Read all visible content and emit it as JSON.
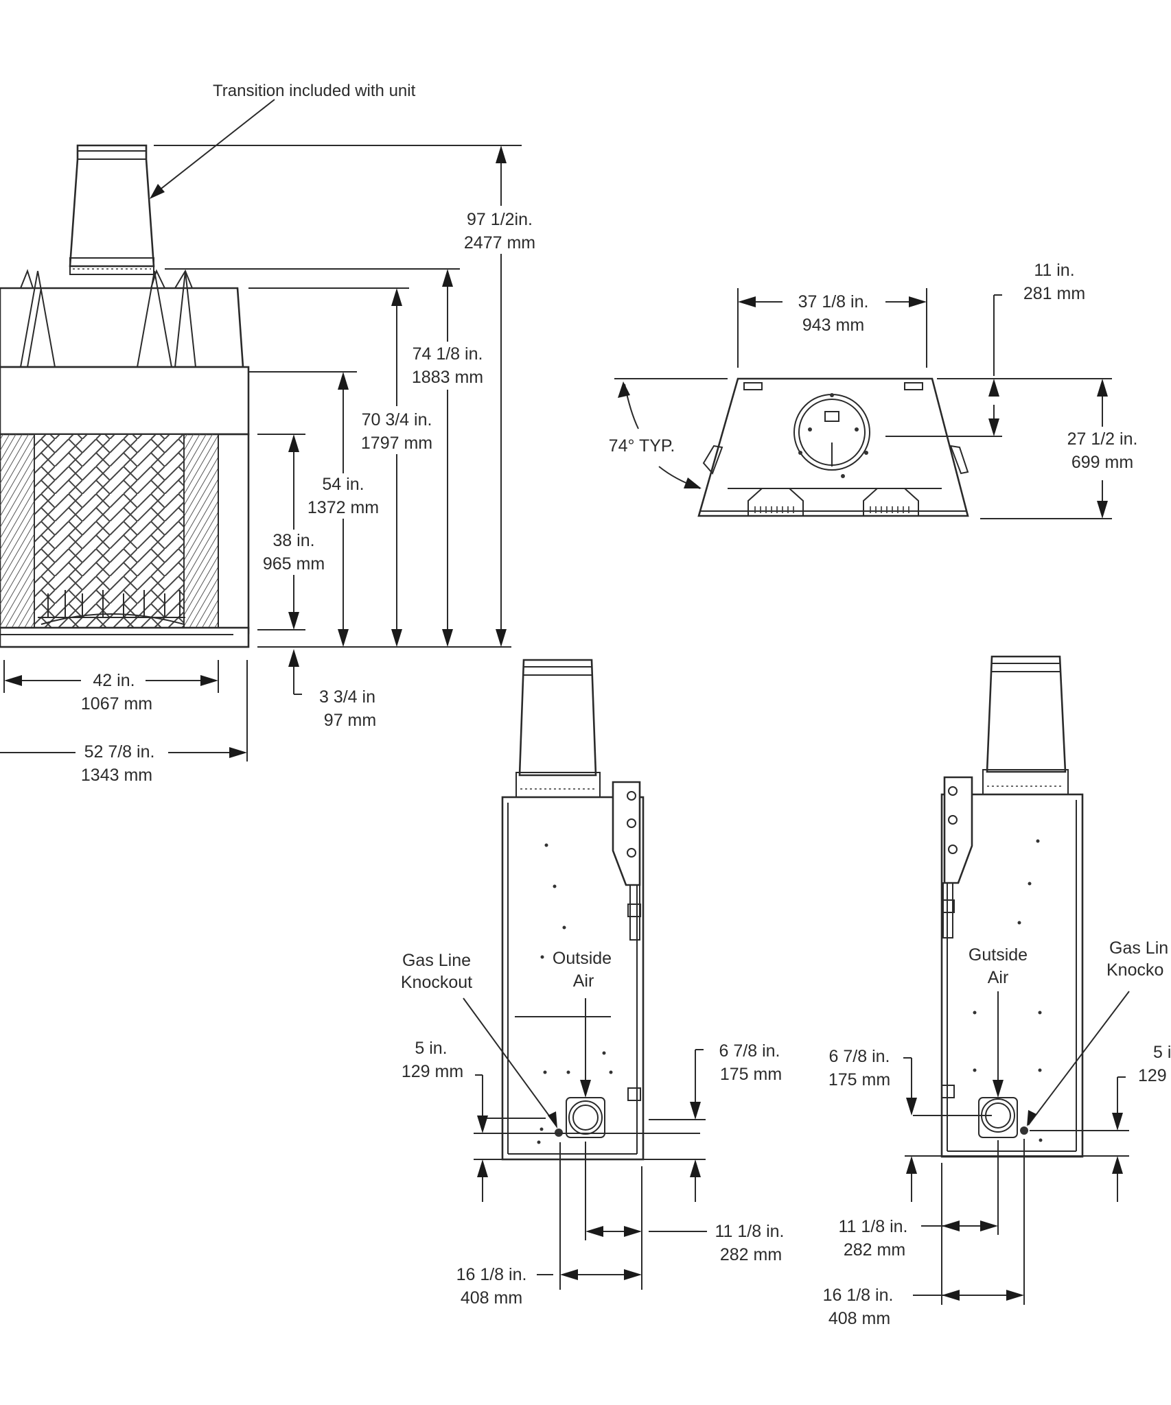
{
  "annotations": {
    "transition": "Transition included with unit",
    "angle": "74° TYP."
  },
  "front_view": {
    "overall_height": {
      "imperial": "97 1/2in.",
      "metric": "2477 mm"
    },
    "height_74": {
      "imperial": "74 1/8 in.",
      "metric": "1883 mm"
    },
    "height_70": {
      "imperial": "70 3/4 in.",
      "metric": "1797 mm"
    },
    "height_54": {
      "imperial": "54 in.",
      "metric": "1372 mm"
    },
    "opening_height": {
      "imperial": "38 in.",
      "metric": "965 mm"
    },
    "hearth_height": {
      "imperial": "3 3/4 in",
      "metric": "97 mm"
    },
    "opening_width": {
      "imperial": "42 in.",
      "metric": "1067 mm"
    },
    "overall_width": {
      "imperial": "52 7/8 in.",
      "metric": "1343 mm"
    }
  },
  "top_view": {
    "flue_width": {
      "imperial": "37 1/8 in.",
      "metric": "943 mm"
    },
    "flue_offset": {
      "imperial": "11 in.",
      "metric": "281 mm"
    },
    "depth": {
      "imperial": "27 1/2 in.",
      "metric": "699 mm"
    }
  },
  "side_left": {
    "gas_label": [
      "Gas Line",
      "Knockout"
    ],
    "air_label": [
      "Outside",
      "Air"
    ],
    "gas_height": {
      "imperial": "5 in.",
      "metric": "129 mm"
    },
    "air_height": {
      "imperial": "6 7/8 in.",
      "metric": "175 mm"
    },
    "air_offset": {
      "imperial": "11 1/8 in.",
      "metric": "282 mm"
    },
    "gas_offset": {
      "imperial": "16 1/8 in.",
      "metric": "408 mm"
    }
  },
  "side_right": {
    "gas_label": [
      "Gas Lin",
      "Knocko"
    ],
    "air_label": [
      "Gutside",
      "Air"
    ],
    "gas_height": {
      "imperial": "5 i",
      "metric": "129"
    },
    "air_height": {
      "imperial": "6 7/8 in.",
      "metric": "175 mm"
    },
    "air_offset": {
      "imperial": "11 1/8 in.",
      "metric": "282 mm"
    },
    "gas_offset": {
      "imperial": "16 1/8 in.",
      "metric": "408 mm"
    }
  }
}
